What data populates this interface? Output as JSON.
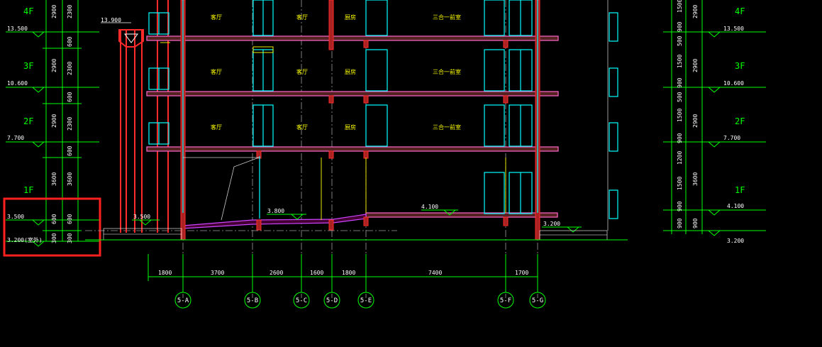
{
  "colors": {
    "background": "#000000",
    "dimension": "#00ff00",
    "text": "#ffffff",
    "room_text": "#ffff00",
    "slab": "#ff2a2a",
    "slab_fill": "#ff66cc",
    "window": "#00ffff",
    "highlight_box": "#ff2020"
  },
  "left_floors": {
    "f4": "4F",
    "f3": "3F",
    "f2": "2F",
    "f1": "1F"
  },
  "right_floors": {
    "f4": "4F",
    "f3": "3F",
    "f2": "2F",
    "f1": "1F"
  },
  "left_levels": {
    "l13500": "13.500",
    "l10600": "10.600",
    "l7700": "7.700",
    "l3500": "3.500",
    "l3200": "3.200(室外)"
  },
  "right_levels": {
    "l13500": "13.500",
    "l10600": "10.600",
    "l7700": "7.700",
    "l4100": "4.100",
    "l3200": "3.200"
  },
  "left_dims_col1": {
    "d1": "2900",
    "d2": "2900",
    "d3": "2900",
    "d4": "3600",
    "d5": "300"
  },
  "left_dims_col2": {
    "d1": "2300",
    "d2": "600",
    "d3": "2300",
    "d4": "600",
    "d5": "2300",
    "d6": "600",
    "d7": "3600",
    "d8": "300"
  },
  "left_small_dims": {
    "a": "600",
    "b": "600"
  },
  "right_dims_col1": {
    "d1": "1500",
    "d2": "900",
    "d3": "500",
    "d4": "1500",
    "d5": "900",
    "d6": "500",
    "d7": "1500",
    "d8": "900",
    "d9": "1200",
    "d10": "1500",
    "d11": "900",
    "d12": "900"
  },
  "right_dims_col2": {
    "d1": "2900",
    "d2": "2900",
    "d3": "2900",
    "d4": "3600",
    "d5": "900"
  },
  "plan_levels": {
    "top": "13.900",
    "canopy": "3.500",
    "lobby": "3.800",
    "shop": "4.100",
    "outdoor": "3.200"
  },
  "rooms": {
    "r1": "客厅",
    "r2": "客厅",
    "r3": "厨房",
    "r4": "三合一前室",
    "r5": "客厅",
    "r6": "客厅",
    "r7": "厨房",
    "r8": "三合一前室",
    "r9": "客厅",
    "r10": "客厅",
    "r11": "厨房",
    "r12": "三合一前室"
  },
  "bottom_dims": [
    "1800",
    "3700",
    "2600",
    "1600",
    "1800",
    "7400",
    "1700"
  ],
  "axes": [
    "5-A",
    "5-B",
    "5-C",
    "5-D",
    "5-E",
    "5-F",
    "5-G"
  ]
}
